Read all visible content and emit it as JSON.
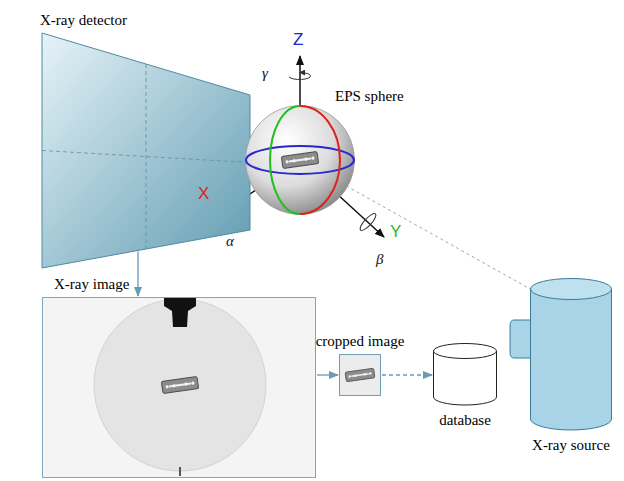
{
  "diagram": {
    "nodes": [
      {
        "text": [
          "X-ray detector"
        ]
      },
      {
        "text": [
          "EPS sphere"
        ]
      },
      {
        "text": [
          "X-ray image"
        ]
      },
      {
        "text": [
          "cropped image"
        ]
      },
      {
        "text": [
          "database"
        ]
      },
      {
        "text": [
          "X-ray source"
        ]
      }
    ],
    "edges": [
      {
        "from": 0,
        "to": 2,
        "arrow": "to"
      },
      {
        "from": 2,
        "to": 3,
        "arrow": "to"
      },
      {
        "from": 3,
        "to": 4,
        "arrow": "to"
      },
      {
        "from": 5,
        "to": 1,
        "arrow": "none"
      },
      {
        "from": 1,
        "to": 0,
        "arrow": "none"
      }
    ],
    "labels": [
      "Z",
      "γ",
      "X",
      "α",
      "Y",
      "β"
    ]
  }
}
